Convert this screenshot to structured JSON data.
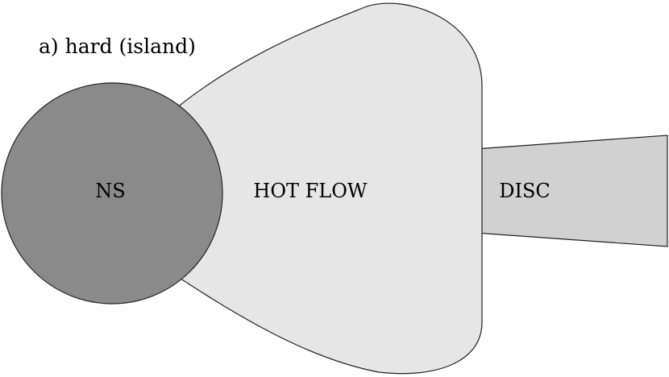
{
  "diagram": {
    "title": "a) hard (island)",
    "regions": {
      "neutron_star": {
        "label": "NS",
        "fill": "#8a8a8a"
      },
      "hot_flow": {
        "label": "HOT FLOW",
        "fill": "#e6e6e6"
      },
      "disc": {
        "label": "DISC",
        "fill": "#d1d1d1"
      }
    },
    "outline_color": "#222222"
  }
}
